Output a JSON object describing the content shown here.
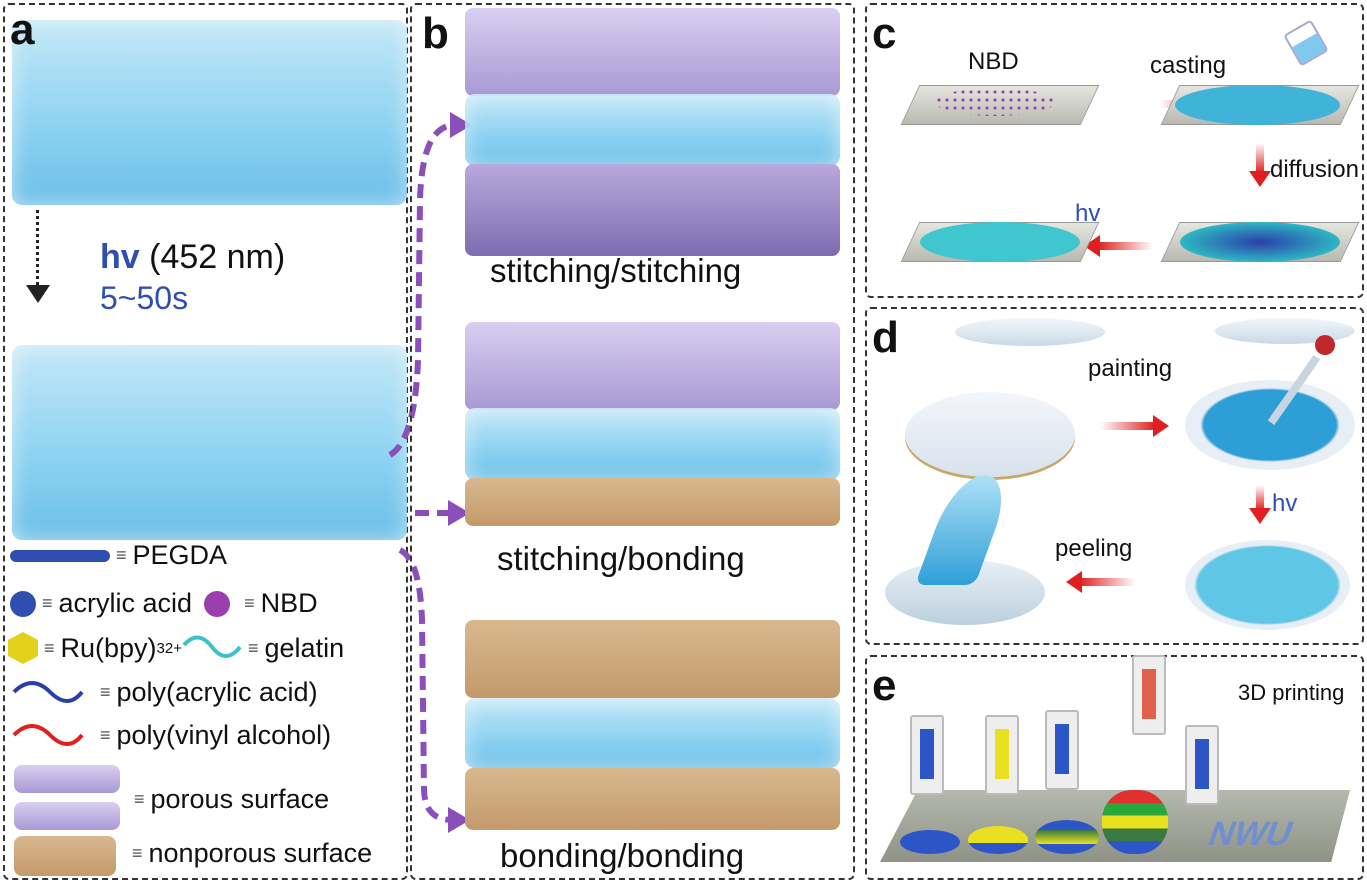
{
  "panels": {
    "a": "a",
    "b": "b",
    "c": "c",
    "d": "d",
    "e": "e"
  },
  "panel_a": {
    "hv": "hv",
    "wavelength": "(452 nm)",
    "time": "5~50s"
  },
  "legend": [
    {
      "label": "PEGDA",
      "icon": "pegda-chain-icon",
      "color": "#2e4fb0"
    },
    {
      "label": "acrylic acid",
      "icon": "blue-sphere-icon",
      "color": "#2e4fb0"
    },
    {
      "label": "NBD",
      "icon": "purple-sphere-icon",
      "color": "#9b3fb0"
    },
    {
      "label": "Ru(bpy)",
      "sub": "3",
      "sup": "2+",
      "icon": "yellow-polyhedron-icon",
      "color": "#e2d21a"
    },
    {
      "label": "gelatin",
      "icon": "cyan-wave-icon",
      "color": "#3ec1c8"
    },
    {
      "label": "poly(acrylic acid)",
      "icon": "blue-wave-icon",
      "color": "#2a3fa8"
    },
    {
      "label": "poly(vinyl alcohol)",
      "icon": "red-wave-icon",
      "color": "#e02020"
    },
    {
      "label": "porous surface",
      "icon": "porous-surface-icon"
    },
    {
      "label": "nonporous surface",
      "icon": "nonporous-surface-icon"
    }
  ],
  "panel_b": {
    "captions": [
      "stitching/stitching",
      "stitching/bonding",
      "bonding/bonding"
    ]
  },
  "panel_c": {
    "nbd": "NBD",
    "casting": "casting",
    "diffusion": "diffusion",
    "hv": "hv"
  },
  "panel_d": {
    "painting": "painting",
    "hv": "hv",
    "peeling": "peeling"
  },
  "panel_e": {
    "title": "3D printing",
    "inks": [
      "#2e55c8",
      "#e8e020",
      "#2e55c8",
      "#e06050",
      "#2e55c8"
    ]
  },
  "colors": {
    "arrow_red": "#e02020",
    "dashed_purple": "#8a4fb8",
    "hv_blue": "#2e4fb0"
  }
}
